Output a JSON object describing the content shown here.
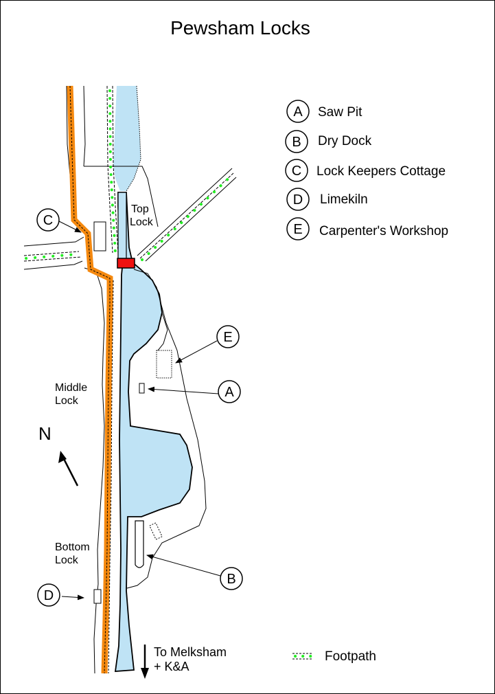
{
  "title": "Pewsham Locks",
  "legend": {
    "items": [
      {
        "letter": "A",
        "label": "Saw Pit"
      },
      {
        "letter": "B",
        "label": "Dry Dock"
      },
      {
        "letter": "C",
        "label": "Lock Keepers Cottage"
      },
      {
        "letter": "D",
        "label": "Limekiln"
      },
      {
        "letter": "E",
        "label": "Carpenter's Workshop"
      }
    ],
    "footpath_label": "Footpath"
  },
  "locks": {
    "top": [
      "Top",
      "Lock"
    ],
    "middle": [
      "Middle",
      "Lock"
    ],
    "bottom": [
      "Bottom",
      "Lock"
    ]
  },
  "north_label": "N",
  "destination": [
    "To Melksham",
    "+ K&A"
  ],
  "colors": {
    "water": "#bfe3f5",
    "road": "#f5890f",
    "footpath_dots": "#33ee33",
    "bridge": "#ee1111"
  }
}
